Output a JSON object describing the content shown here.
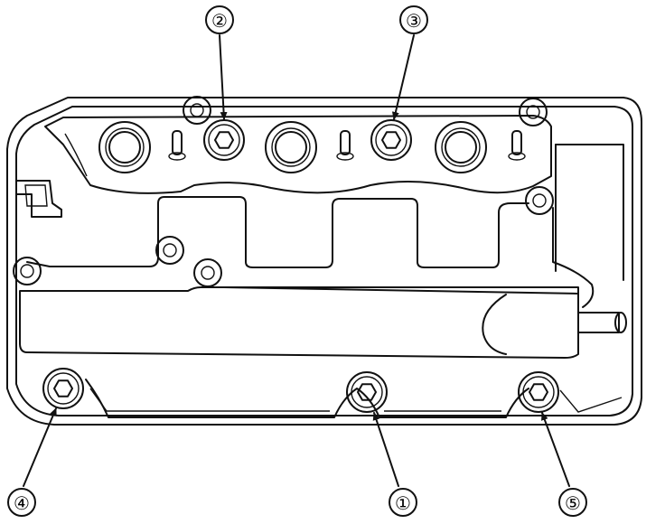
{
  "diagram": {
    "callouts": [
      {
        "id": "c1",
        "label": "①"
      },
      {
        "id": "c2",
        "label": "②"
      },
      {
        "id": "c3",
        "label": "③"
      },
      {
        "id": "c4",
        "label": "④"
      },
      {
        "id": "c5",
        "label": "⑤"
      }
    ],
    "colors": {
      "line": "#111111",
      "background": "#ffffff"
    }
  }
}
